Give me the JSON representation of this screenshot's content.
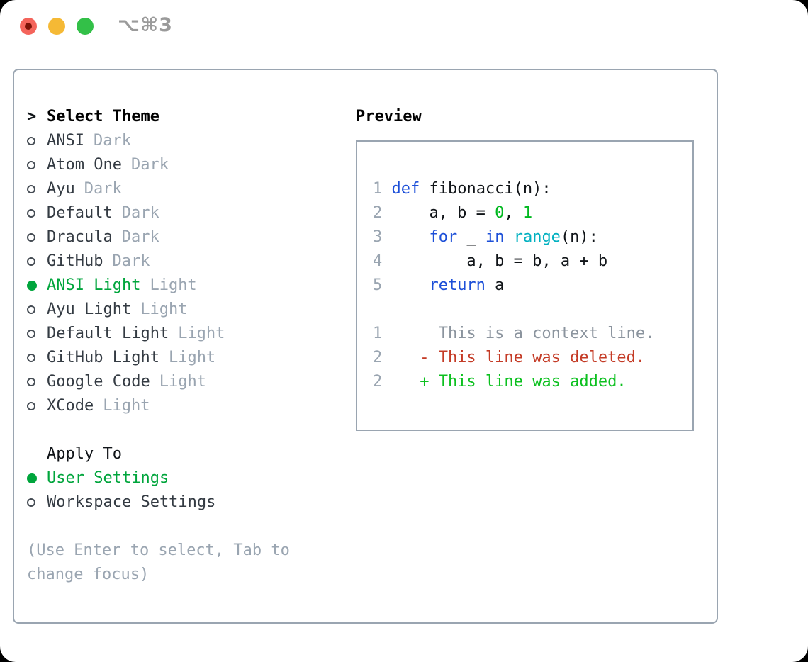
{
  "window": {
    "shortcut": "⌥⌘3"
  },
  "colors": {
    "panel_border": "#9aa5b1",
    "muted_gray": "#9aa5b1",
    "selected_green": "#00a53c",
    "keyword_blue": "#1c4fd8",
    "function_cyan": "#00b0c0",
    "literal_green": "#00b81f",
    "added_green": "#0cc01f",
    "deleted_red": "#c43b26",
    "context_gray": "#8b949e",
    "traffic_red": "#f4645b",
    "traffic_yellow": "#f5b935",
    "traffic_green": "#33c048"
  },
  "theme_panel": {
    "cursor": ">",
    "title": "Select Theme",
    "items": [
      {
        "name": "ANSI",
        "tag": "Dark",
        "selected": false
      },
      {
        "name": "Atom One",
        "tag": "Dark",
        "selected": false
      },
      {
        "name": "Ayu",
        "tag": "Dark",
        "selected": false
      },
      {
        "name": "Default",
        "tag": "Dark",
        "selected": false
      },
      {
        "name": "Dracula",
        "tag": "Dark",
        "selected": false
      },
      {
        "name": "GitHub",
        "tag": "Dark",
        "selected": false
      },
      {
        "name": "ANSI Light",
        "tag": "Light",
        "selected": true
      },
      {
        "name": "Ayu Light",
        "tag": "Light",
        "selected": false
      },
      {
        "name": "Default Light",
        "tag": "Light",
        "selected": false
      },
      {
        "name": "GitHub Light",
        "tag": "Light",
        "selected": false
      },
      {
        "name": "Google Code",
        "tag": "Light",
        "selected": false
      },
      {
        "name": "XCode",
        "tag": "Light",
        "selected": false
      }
    ],
    "apply_to": {
      "title": "Apply To",
      "options": [
        {
          "label": "User Settings",
          "selected": true
        },
        {
          "label": "Workspace Settings",
          "selected": false
        }
      ]
    },
    "hint": "(Use Enter to select, Tab to change focus)"
  },
  "preview": {
    "title": "Preview",
    "lines": [
      {
        "num": "1",
        "segs": [
          {
            "t": "def",
            "c": "kw"
          },
          {
            "t": " fibonacci(n):",
            "c": "txt"
          }
        ]
      },
      {
        "num": "2",
        "segs": [
          {
            "t": "    a, b = ",
            "c": "txt"
          },
          {
            "t": "0",
            "c": "lit"
          },
          {
            "t": ", ",
            "c": "txt"
          },
          {
            "t": "1",
            "c": "lit"
          }
        ]
      },
      {
        "num": "3",
        "segs": [
          {
            "t": "    ",
            "c": "txt"
          },
          {
            "t": "for",
            "c": "kw"
          },
          {
            "t": " _ ",
            "c": "txt"
          },
          {
            "t": "in",
            "c": "kw"
          },
          {
            "t": " ",
            "c": "txt"
          },
          {
            "t": "range",
            "c": "fn"
          },
          {
            "t": "(n):",
            "c": "txt"
          }
        ]
      },
      {
        "num": "4",
        "segs": [
          {
            "t": "        a, b = b, a + b",
            "c": "txt"
          }
        ]
      },
      {
        "num": "5",
        "segs": [
          {
            "t": "    ",
            "c": "txt"
          },
          {
            "t": "return",
            "c": "kw"
          },
          {
            "t": " a",
            "c": "txt"
          }
        ]
      },
      {
        "num": "",
        "segs": []
      },
      {
        "num": "1",
        "segs": [
          {
            "t": "     This is a context line.",
            "c": "ctx"
          }
        ]
      },
      {
        "num": "2",
        "segs": [
          {
            "t": "   - This line was deleted.",
            "c": "del"
          }
        ]
      },
      {
        "num": "2",
        "segs": [
          {
            "t": "   + This line was added.",
            "c": "add"
          }
        ]
      }
    ]
  }
}
